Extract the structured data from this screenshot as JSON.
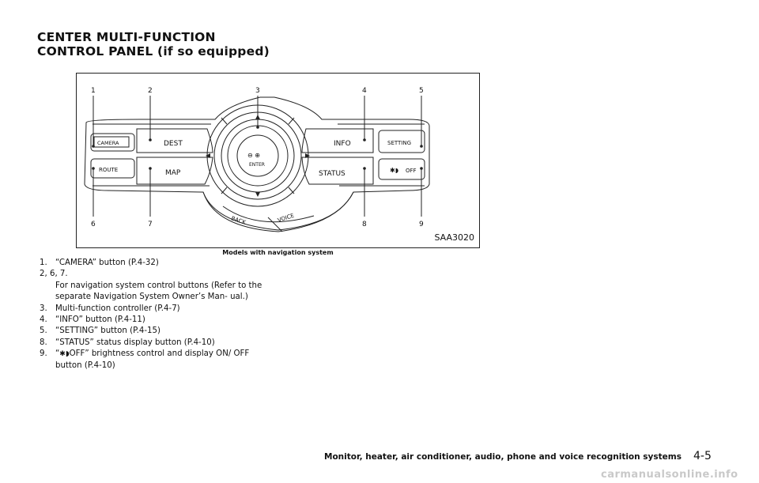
{
  "heading": {
    "line1": "CENTER MULTI-FUNCTION",
    "line2": "CONTROL PANEL (if so equipped)"
  },
  "figure": {
    "code": "SAA3020",
    "caption": "Models with navigation system",
    "callouts": [
      "1",
      "2",
      "3",
      "4",
      "5",
      "6",
      "7",
      "8",
      "9"
    ],
    "buttons": {
      "camera": "CAMERA",
      "route": "ROUTE",
      "dest": "DEST",
      "map": "MAP",
      "info": "INFO",
      "status": "STATUS",
      "setting": "SETTING",
      "off": "OFF",
      "enter": "ENTER",
      "back": "BACK",
      "voice": "VOICE"
    }
  },
  "legend": [
    {
      "num": "1.",
      "text": "“CAMERA” button (P.4-32)"
    },
    {
      "num": "2, 6, 7.",
      "text": ""
    },
    {
      "num": "",
      "text": "For navigation system control buttons (Refer to the separate Navigation System Owner’s Man- ual.)"
    },
    {
      "num": "3.",
      "text": "Multi-function controller (P.4-7)"
    },
    {
      "num": "4.",
      "text": "“INFO” button (P.4-11)"
    },
    {
      "num": "5.",
      "text": "“SETTING” button (P.4-15)"
    },
    {
      "num": "8.",
      "text": "“STATUS” status display button (P.4-10)"
    },
    {
      "num": "9.",
      "text_pre": "“",
      "text": "OFF” brightness control and display ON/ OFF button (P.4-10)"
    }
  ],
  "footer": {
    "text": "Monitor, heater, air conditioner, audio, phone and voice recognition systems",
    "page": "4-5"
  },
  "watermark": "carmanualsonline.info"
}
